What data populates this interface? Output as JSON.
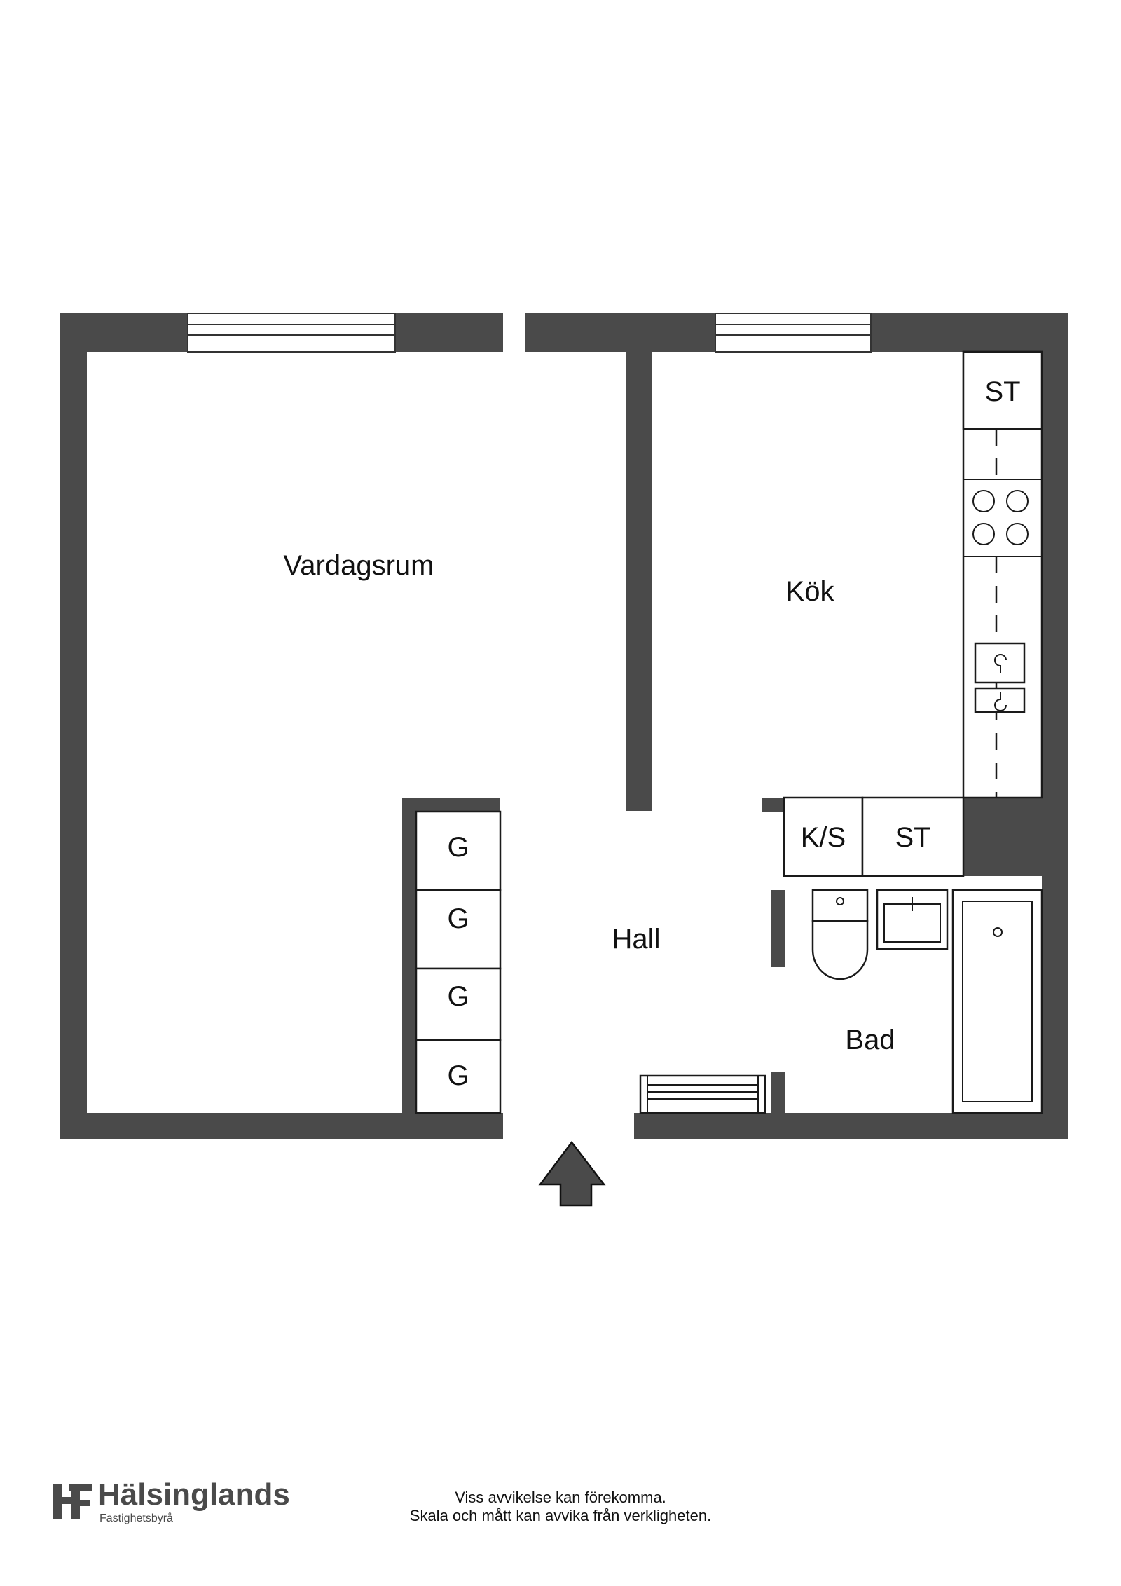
{
  "rooms": {
    "vardagsrum": "Vardagsrum",
    "kok": "Kök",
    "hall": "Hall",
    "bad": "Bad"
  },
  "fixtures": {
    "kitchen_st_top": "ST",
    "ks": "K/S",
    "st_hall": "ST",
    "wardrobe_1": "G",
    "wardrobe_2": "G",
    "wardrobe_3": "G",
    "wardrobe_4": "G"
  },
  "brand": {
    "name": "Hälsinglands",
    "subtitle": "Fastighetsbyrå",
    "color": "#4a4a4a"
  },
  "disclaimer": {
    "line1": "Viss avvikelse kan förekomma.",
    "line2": "Skala och mått kan avvika från verkligheten."
  },
  "icons": {
    "entrance": "entrance-arrow-icon",
    "logo": "hf-logo-icon"
  },
  "colors": {
    "wall": "#4a4a4a",
    "line": "#1a1a1a"
  }
}
